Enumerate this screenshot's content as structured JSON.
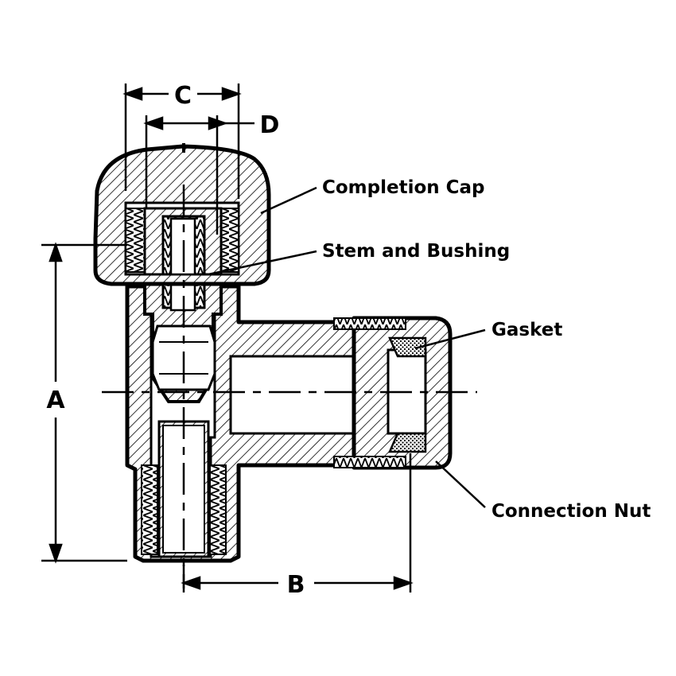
{
  "dimensions": {
    "a": "A",
    "b": "B",
    "c": "C",
    "d": "D"
  },
  "callouts": {
    "completion_cap": "Completion Cap",
    "stem_bushing": "Stem and Bushing",
    "gasket": "Gasket",
    "connection_nut": "Connection Nut"
  },
  "colors": {
    "ink": "#000000",
    "paper": "#ffffff"
  }
}
